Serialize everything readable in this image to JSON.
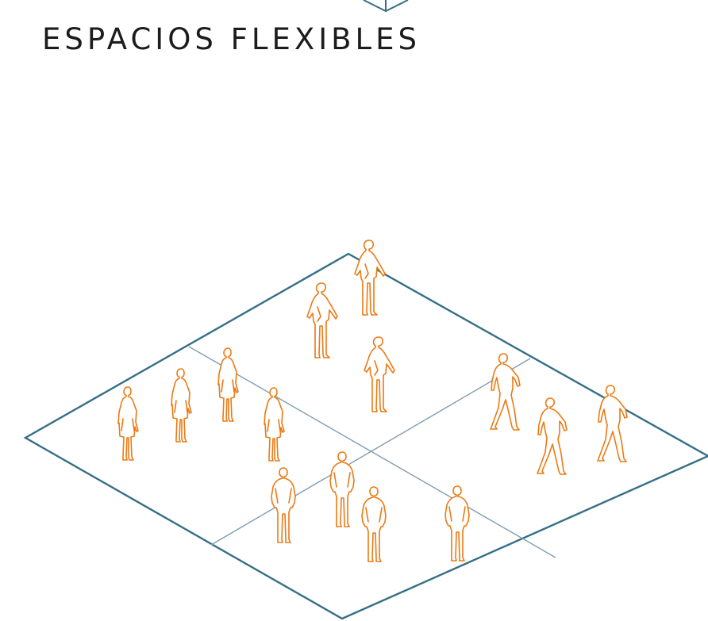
{
  "title": "ESPACIOS FLEXIBLES",
  "colors": {
    "plan_outline": "#356f86",
    "plan_divider": "#7f9fae",
    "figure_stroke": "#ec7a13",
    "title_text": "#1c1c1c",
    "background": "#ffffff"
  },
  "icons": {
    "top_accent": "cube-corner-icon"
  },
  "figures": [
    {
      "pose": "coat"
    },
    {
      "pose": "coat"
    },
    {
      "pose": "coat"
    },
    {
      "pose": "coat"
    },
    {
      "pose": "leaning"
    },
    {
      "pose": "leaning"
    },
    {
      "pose": "leaning"
    },
    {
      "pose": "walking"
    },
    {
      "pose": "walking"
    },
    {
      "pose": "walking"
    },
    {
      "pose": "standing"
    },
    {
      "pose": "standing"
    },
    {
      "pose": "standing"
    },
    {
      "pose": "standing"
    }
  ]
}
